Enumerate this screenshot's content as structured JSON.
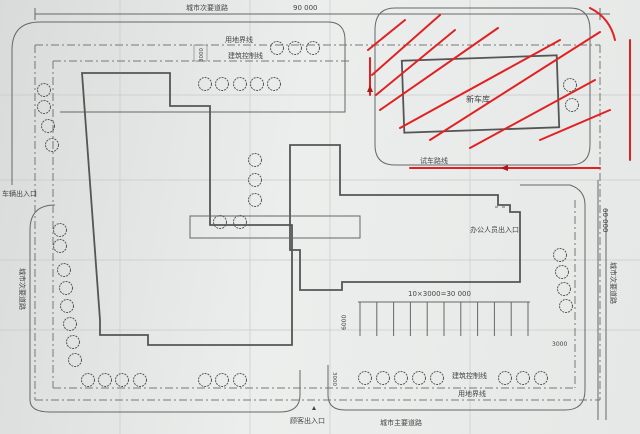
{
  "labels": {
    "road_top": "城市次要道路",
    "dim_width": "90 000",
    "land_line_top": "用地界线",
    "setback_top": "3000",
    "control_line_top": "建筑控制线",
    "new_garage": "新车库",
    "test_route": "试车路线",
    "vehicle_entrance": "车辆出入口",
    "road_left": "城市次要道路",
    "staff_entrance": "办公人员出入口",
    "dim_height": "60 000",
    "road_right": "城市次要道路",
    "parking_dim": "10×3000=30 000",
    "parking_depth": "6000",
    "setback_right": "3000",
    "setback_bottom": "3000",
    "control_line_bottom": "建筑控制线",
    "land_line_bottom": "用地界线",
    "customer_entrance": "顾客出入口",
    "road_bottom": "城市主要道路"
  },
  "colors": {
    "annotation": "#e02222",
    "line": "#555555"
  }
}
